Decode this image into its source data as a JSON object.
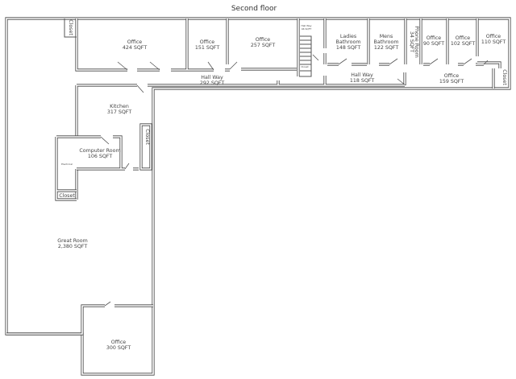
{
  "title": "Second floor",
  "rooms": {
    "closet_top_left": "Closet",
    "office_424": {
      "name": "Office",
      "area": "424 SQFT"
    },
    "office_151": {
      "name": "Office",
      "area": "151 SQFT"
    },
    "office_257": {
      "name": "Office",
      "area": "257 SQFT"
    },
    "stair_hall": {
      "name": "Hall Way",
      "area": "46 SQFT"
    },
    "stair_closet": "Closet",
    "ladies": {
      "name1": "Ladies",
      "name2": "Bathroom",
      "area": "148 SQFT"
    },
    "mens": {
      "name1": "Mens",
      "name2": "Bathroom",
      "area": "122 SQFT"
    },
    "phone": {
      "name": "Phone Room",
      "area": "34 SQFT"
    },
    "office_90": {
      "name": "Office",
      "area": "90 SQFT"
    },
    "office_102": {
      "name": "Office",
      "area": "102 SQFT"
    },
    "office_110": {
      "name": "Office",
      "area": "110 SQFT"
    },
    "closet_right": "Closet",
    "hall_292": {
      "name": "Hall Way",
      "area": "292 SQFT"
    },
    "hall_118": {
      "name": "Hall Way",
      "area": "118 SQFT"
    },
    "office_159": {
      "name": "Office",
      "area": "159 SQFT"
    },
    "kitchen": {
      "name": "Kitchen",
      "area": "317 SQFT"
    },
    "kitchen_closet": "Closet",
    "computer": {
      "name": "Computer Room",
      "area": "106 SQFT"
    },
    "electrical": "Electrical",
    "closet_left": "Closet",
    "great": {
      "name": "Great Room",
      "area": "2,380 SQFT"
    },
    "office_300": {
      "name": "Office",
      "area": "300 SQFT"
    }
  }
}
